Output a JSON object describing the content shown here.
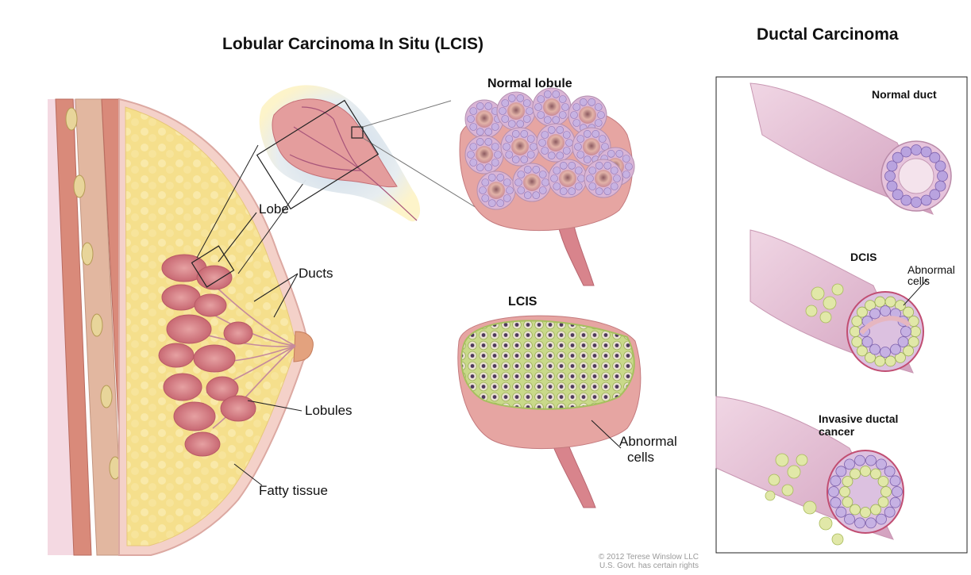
{
  "left_panel": {
    "title": "Lobular Carcinoma In Situ (LCIS)",
    "labels": {
      "normal_lobule": "Normal lobule",
      "lobe": "Lobe",
      "ducts": "Ducts",
      "lobules": "Lobules",
      "fatty_tissue": "Fatty tissue",
      "lcis": "LCIS",
      "abnormal_cells_1": "Abnormal",
      "abnormal_cells_2": "cells"
    },
    "credit_1": "© 2012 Terese Winslow LLC",
    "credit_2": "U.S. Govt. has certain rights"
  },
  "right_panel": {
    "title": "Ductal Carcinoma",
    "labels": {
      "normal_duct": "Normal duct",
      "dcis": "DCIS",
      "abnormal_cells_1": "Abnormal",
      "abnormal_cells_2": "cells",
      "invasive_1": "Invasive ductal",
      "invasive_2": "cancer"
    }
  },
  "colors": {
    "fat": "#f3dc86",
    "tissue_pink": "#e9a2a6",
    "lobule_red": "#d9747a",
    "duct_mauve": "#e2b8d0",
    "cell_purple": "#b39cd6",
    "abnormal_green": "#dfe9a2",
    "skin_pink": "#f2d1d8"
  }
}
